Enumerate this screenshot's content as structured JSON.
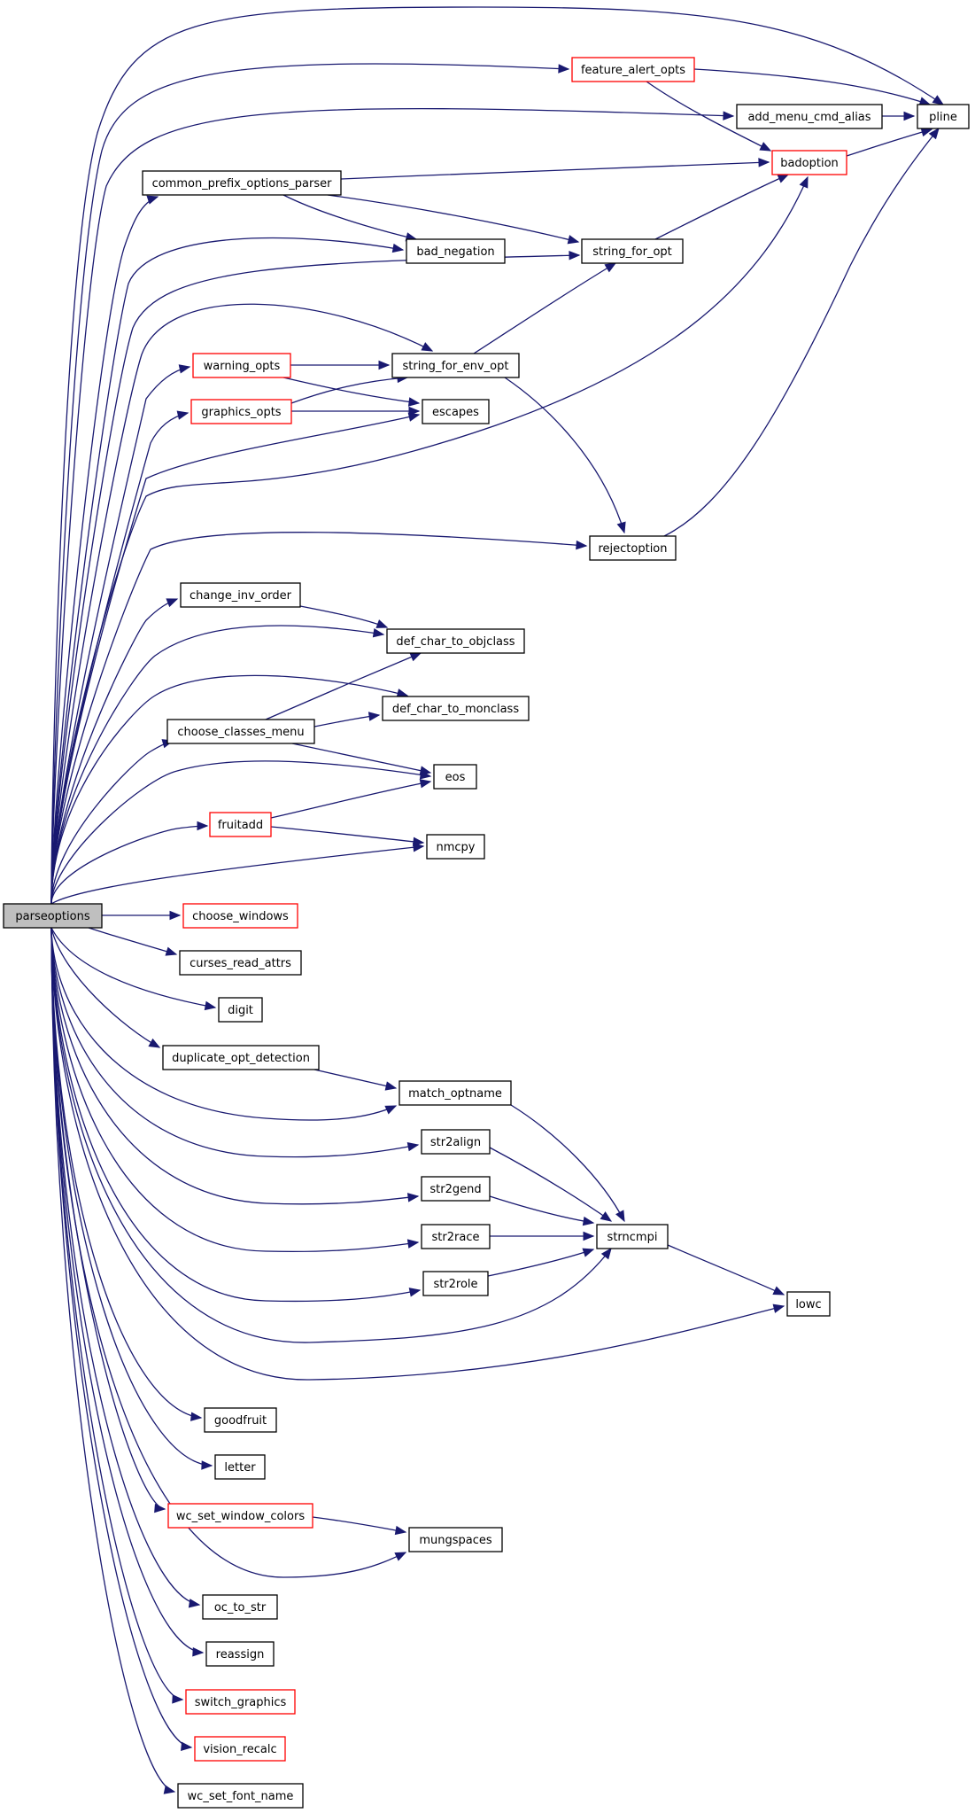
{
  "graph": {
    "root": "parseoptions",
    "colors": {
      "edge": "#191970",
      "highlight_border": "#ff0000",
      "default_border": "#000000",
      "root_fill": "#bfbfbf"
    },
    "nodes": [
      {
        "id": "parseoptions",
        "label": "parseoptions",
        "border": "root"
      },
      {
        "id": "feature_alert_opts",
        "label": "feature_alert_opts",
        "border": "red"
      },
      {
        "id": "add_menu_cmd_alias",
        "label": "add_menu_cmd_alias",
        "border": "black"
      },
      {
        "id": "pline",
        "label": "pline",
        "border": "black"
      },
      {
        "id": "common_prefix_options_parser",
        "label": "common_prefix_options_parser",
        "border": "black"
      },
      {
        "id": "badoption",
        "label": "badoption",
        "border": "red"
      },
      {
        "id": "bad_negation",
        "label": "bad_negation",
        "border": "black"
      },
      {
        "id": "string_for_opt",
        "label": "string_for_opt",
        "border": "black"
      },
      {
        "id": "warning_opts",
        "label": "warning_opts",
        "border": "red"
      },
      {
        "id": "string_for_env_opt",
        "label": "string_for_env_opt",
        "border": "black"
      },
      {
        "id": "graphics_opts",
        "label": "graphics_opts",
        "border": "red"
      },
      {
        "id": "escapes",
        "label": "escapes",
        "border": "black"
      },
      {
        "id": "rejectoption",
        "label": "rejectoption",
        "border": "black"
      },
      {
        "id": "change_inv_order",
        "label": "change_inv_order",
        "border": "black"
      },
      {
        "id": "def_char_to_objclass",
        "label": "def_char_to_objclass",
        "border": "black"
      },
      {
        "id": "def_char_to_monclass",
        "label": "def_char_to_monclass",
        "border": "black"
      },
      {
        "id": "choose_classes_menu",
        "label": "choose_classes_menu",
        "border": "black"
      },
      {
        "id": "eos",
        "label": "eos",
        "border": "black"
      },
      {
        "id": "fruitadd",
        "label": "fruitadd",
        "border": "red"
      },
      {
        "id": "nmcpy",
        "label": "nmcpy",
        "border": "black"
      },
      {
        "id": "choose_windows",
        "label": "choose_windows",
        "border": "red"
      },
      {
        "id": "curses_read_attrs",
        "label": "curses_read_attrs",
        "border": "black"
      },
      {
        "id": "digit",
        "label": "digit",
        "border": "black"
      },
      {
        "id": "duplicate_opt_detection",
        "label": "duplicate_opt_detection",
        "border": "black"
      },
      {
        "id": "match_optname",
        "label": "match_optname",
        "border": "black"
      },
      {
        "id": "str2align",
        "label": "str2align",
        "border": "black"
      },
      {
        "id": "str2gend",
        "label": "str2gend",
        "border": "black"
      },
      {
        "id": "str2race",
        "label": "str2race",
        "border": "black"
      },
      {
        "id": "str2role",
        "label": "str2role",
        "border": "black"
      },
      {
        "id": "strncmpi",
        "label": "strncmpi",
        "border": "black"
      },
      {
        "id": "lowc",
        "label": "lowc",
        "border": "black"
      },
      {
        "id": "goodfruit",
        "label": "goodfruit",
        "border": "black"
      },
      {
        "id": "letter",
        "label": "letter",
        "border": "black"
      },
      {
        "id": "wc_set_window_colors",
        "label": "wc_set_window_colors",
        "border": "red"
      },
      {
        "id": "mungspaces",
        "label": "mungspaces",
        "border": "black"
      },
      {
        "id": "oc_to_str",
        "label": "oc_to_str",
        "border": "black"
      },
      {
        "id": "reassign",
        "label": "reassign",
        "border": "black"
      },
      {
        "id": "switch_graphics",
        "label": "switch_graphics",
        "border": "red"
      },
      {
        "id": "vision_recalc",
        "label": "vision_recalc",
        "border": "red"
      },
      {
        "id": "wc_set_font_name",
        "label": "wc_set_font_name",
        "border": "black"
      }
    ],
    "edges": [
      {
        "from": "parseoptions",
        "to": "pline"
      },
      {
        "from": "parseoptions",
        "to": "feature_alert_opts"
      },
      {
        "from": "parseoptions",
        "to": "add_menu_cmd_alias"
      },
      {
        "from": "parseoptions",
        "to": "common_prefix_options_parser"
      },
      {
        "from": "parseoptions",
        "to": "bad_negation"
      },
      {
        "from": "parseoptions",
        "to": "string_for_opt"
      },
      {
        "from": "parseoptions",
        "to": "string_for_env_opt"
      },
      {
        "from": "parseoptions",
        "to": "warning_opts"
      },
      {
        "from": "parseoptions",
        "to": "graphics_opts"
      },
      {
        "from": "parseoptions",
        "to": "escapes"
      },
      {
        "from": "parseoptions",
        "to": "badoption"
      },
      {
        "from": "parseoptions",
        "to": "rejectoption"
      },
      {
        "from": "parseoptions",
        "to": "change_inv_order"
      },
      {
        "from": "parseoptions",
        "to": "def_char_to_objclass"
      },
      {
        "from": "parseoptions",
        "to": "def_char_to_monclass"
      },
      {
        "from": "parseoptions",
        "to": "choose_classes_menu"
      },
      {
        "from": "parseoptions",
        "to": "eos"
      },
      {
        "from": "parseoptions",
        "to": "fruitadd"
      },
      {
        "from": "parseoptions",
        "to": "nmcpy"
      },
      {
        "from": "parseoptions",
        "to": "choose_windows"
      },
      {
        "from": "parseoptions",
        "to": "curses_read_attrs"
      },
      {
        "from": "parseoptions",
        "to": "digit"
      },
      {
        "from": "parseoptions",
        "to": "duplicate_opt_detection"
      },
      {
        "from": "parseoptions",
        "to": "match_optname"
      },
      {
        "from": "parseoptions",
        "to": "str2align"
      },
      {
        "from": "parseoptions",
        "to": "str2gend"
      },
      {
        "from": "parseoptions",
        "to": "str2race"
      },
      {
        "from": "parseoptions",
        "to": "str2role"
      },
      {
        "from": "parseoptions",
        "to": "strncmpi"
      },
      {
        "from": "parseoptions",
        "to": "lowc"
      },
      {
        "from": "parseoptions",
        "to": "goodfruit"
      },
      {
        "from": "parseoptions",
        "to": "letter"
      },
      {
        "from": "parseoptions",
        "to": "wc_set_window_colors"
      },
      {
        "from": "parseoptions",
        "to": "mungspaces"
      },
      {
        "from": "parseoptions",
        "to": "oc_to_str"
      },
      {
        "from": "parseoptions",
        "to": "reassign"
      },
      {
        "from": "parseoptions",
        "to": "switch_graphics"
      },
      {
        "from": "parseoptions",
        "to": "vision_recalc"
      },
      {
        "from": "parseoptions",
        "to": "wc_set_font_name"
      },
      {
        "from": "feature_alert_opts",
        "to": "pline"
      },
      {
        "from": "feature_alert_opts",
        "to": "badoption"
      },
      {
        "from": "add_menu_cmd_alias",
        "to": "pline"
      },
      {
        "from": "badoption",
        "to": "pline"
      },
      {
        "from": "common_prefix_options_parser",
        "to": "badoption"
      },
      {
        "from": "common_prefix_options_parser",
        "to": "bad_negation"
      },
      {
        "from": "common_prefix_options_parser",
        "to": "string_for_opt"
      },
      {
        "from": "string_for_opt",
        "to": "badoption"
      },
      {
        "from": "warning_opts",
        "to": "string_for_env_opt"
      },
      {
        "from": "warning_opts",
        "to": "escapes"
      },
      {
        "from": "graphics_opts",
        "to": "string_for_env_opt"
      },
      {
        "from": "graphics_opts",
        "to": "escapes"
      },
      {
        "from": "string_for_env_opt",
        "to": "string_for_opt"
      },
      {
        "from": "string_for_env_opt",
        "to": "rejectoption"
      },
      {
        "from": "rejectoption",
        "to": "pline"
      },
      {
        "from": "change_inv_order",
        "to": "def_char_to_objclass"
      },
      {
        "from": "choose_classes_menu",
        "to": "def_char_to_objclass"
      },
      {
        "from": "choose_classes_menu",
        "to": "def_char_to_monclass"
      },
      {
        "from": "choose_classes_menu",
        "to": "eos"
      },
      {
        "from": "fruitadd",
        "to": "eos"
      },
      {
        "from": "fruitadd",
        "to": "nmcpy"
      },
      {
        "from": "duplicate_opt_detection",
        "to": "match_optname"
      },
      {
        "from": "match_optname",
        "to": "strncmpi"
      },
      {
        "from": "str2align",
        "to": "strncmpi"
      },
      {
        "from": "str2gend",
        "to": "strncmpi"
      },
      {
        "from": "str2race",
        "to": "strncmpi"
      },
      {
        "from": "str2role",
        "to": "strncmpi"
      },
      {
        "from": "strncmpi",
        "to": "lowc"
      },
      {
        "from": "wc_set_window_colors",
        "to": "mungspaces"
      }
    ]
  }
}
